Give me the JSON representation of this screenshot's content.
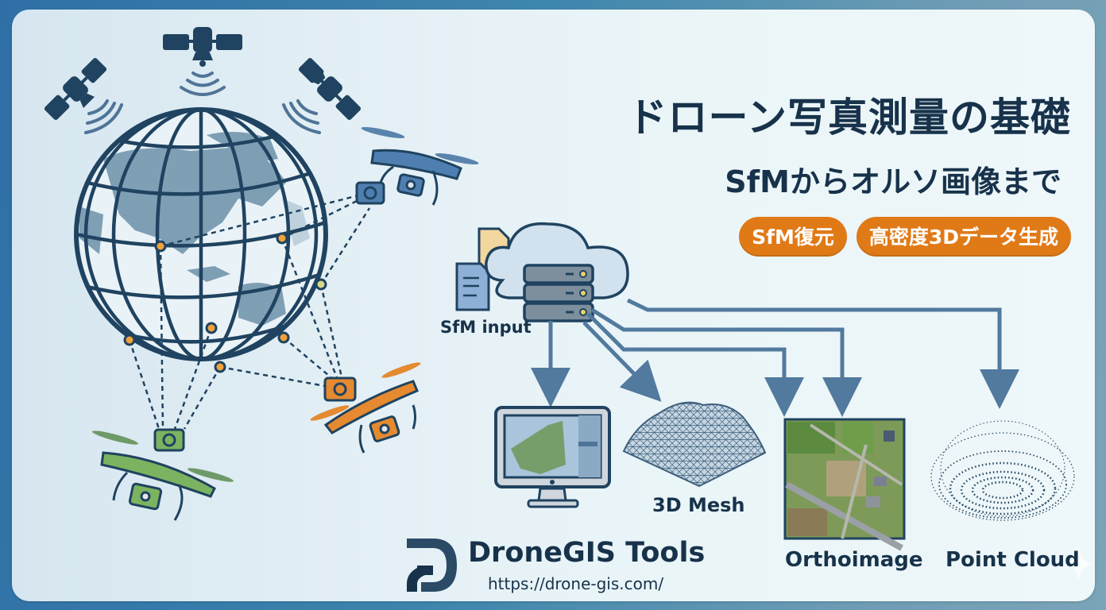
{
  "title": {
    "main": "ドローン写真測量の基礎",
    "subtitle": "SfMからオルソ画像まで"
  },
  "tags": [
    {
      "label": "SfM復元"
    },
    {
      "label": "高密度3Dデータ生成"
    }
  ],
  "workflow": {
    "input_label": "SfM input",
    "outputs": [
      {
        "id": "software-view",
        "label": ""
      },
      {
        "id": "mesh",
        "label": "3D Mesh"
      },
      {
        "id": "orthoimage",
        "label": "Orthoimage"
      },
      {
        "id": "point-cloud",
        "label": "Point Cloud"
      }
    ]
  },
  "illustration": {
    "satellites": 3,
    "drones": [
      {
        "color": "blue"
      },
      {
        "color": "orange"
      },
      {
        "color": "green"
      }
    ],
    "icons": [
      "satellite-icon",
      "globe-icon",
      "drone-icon",
      "camera-icon",
      "cloud-icon",
      "server-icon",
      "document-icon",
      "monitor-icon"
    ]
  },
  "brand": {
    "name": "DroneGIS Tools",
    "url": "https://drone-gis.com/"
  },
  "colors": {
    "navy": "#17324a",
    "accent_orange": "#e07a17",
    "arrow_blue": "#52799e",
    "drone_blue": "#4f7fb0",
    "drone_orange": "#e58a30",
    "drone_green": "#7cb360",
    "frame_blue": "#2f6fa6"
  }
}
